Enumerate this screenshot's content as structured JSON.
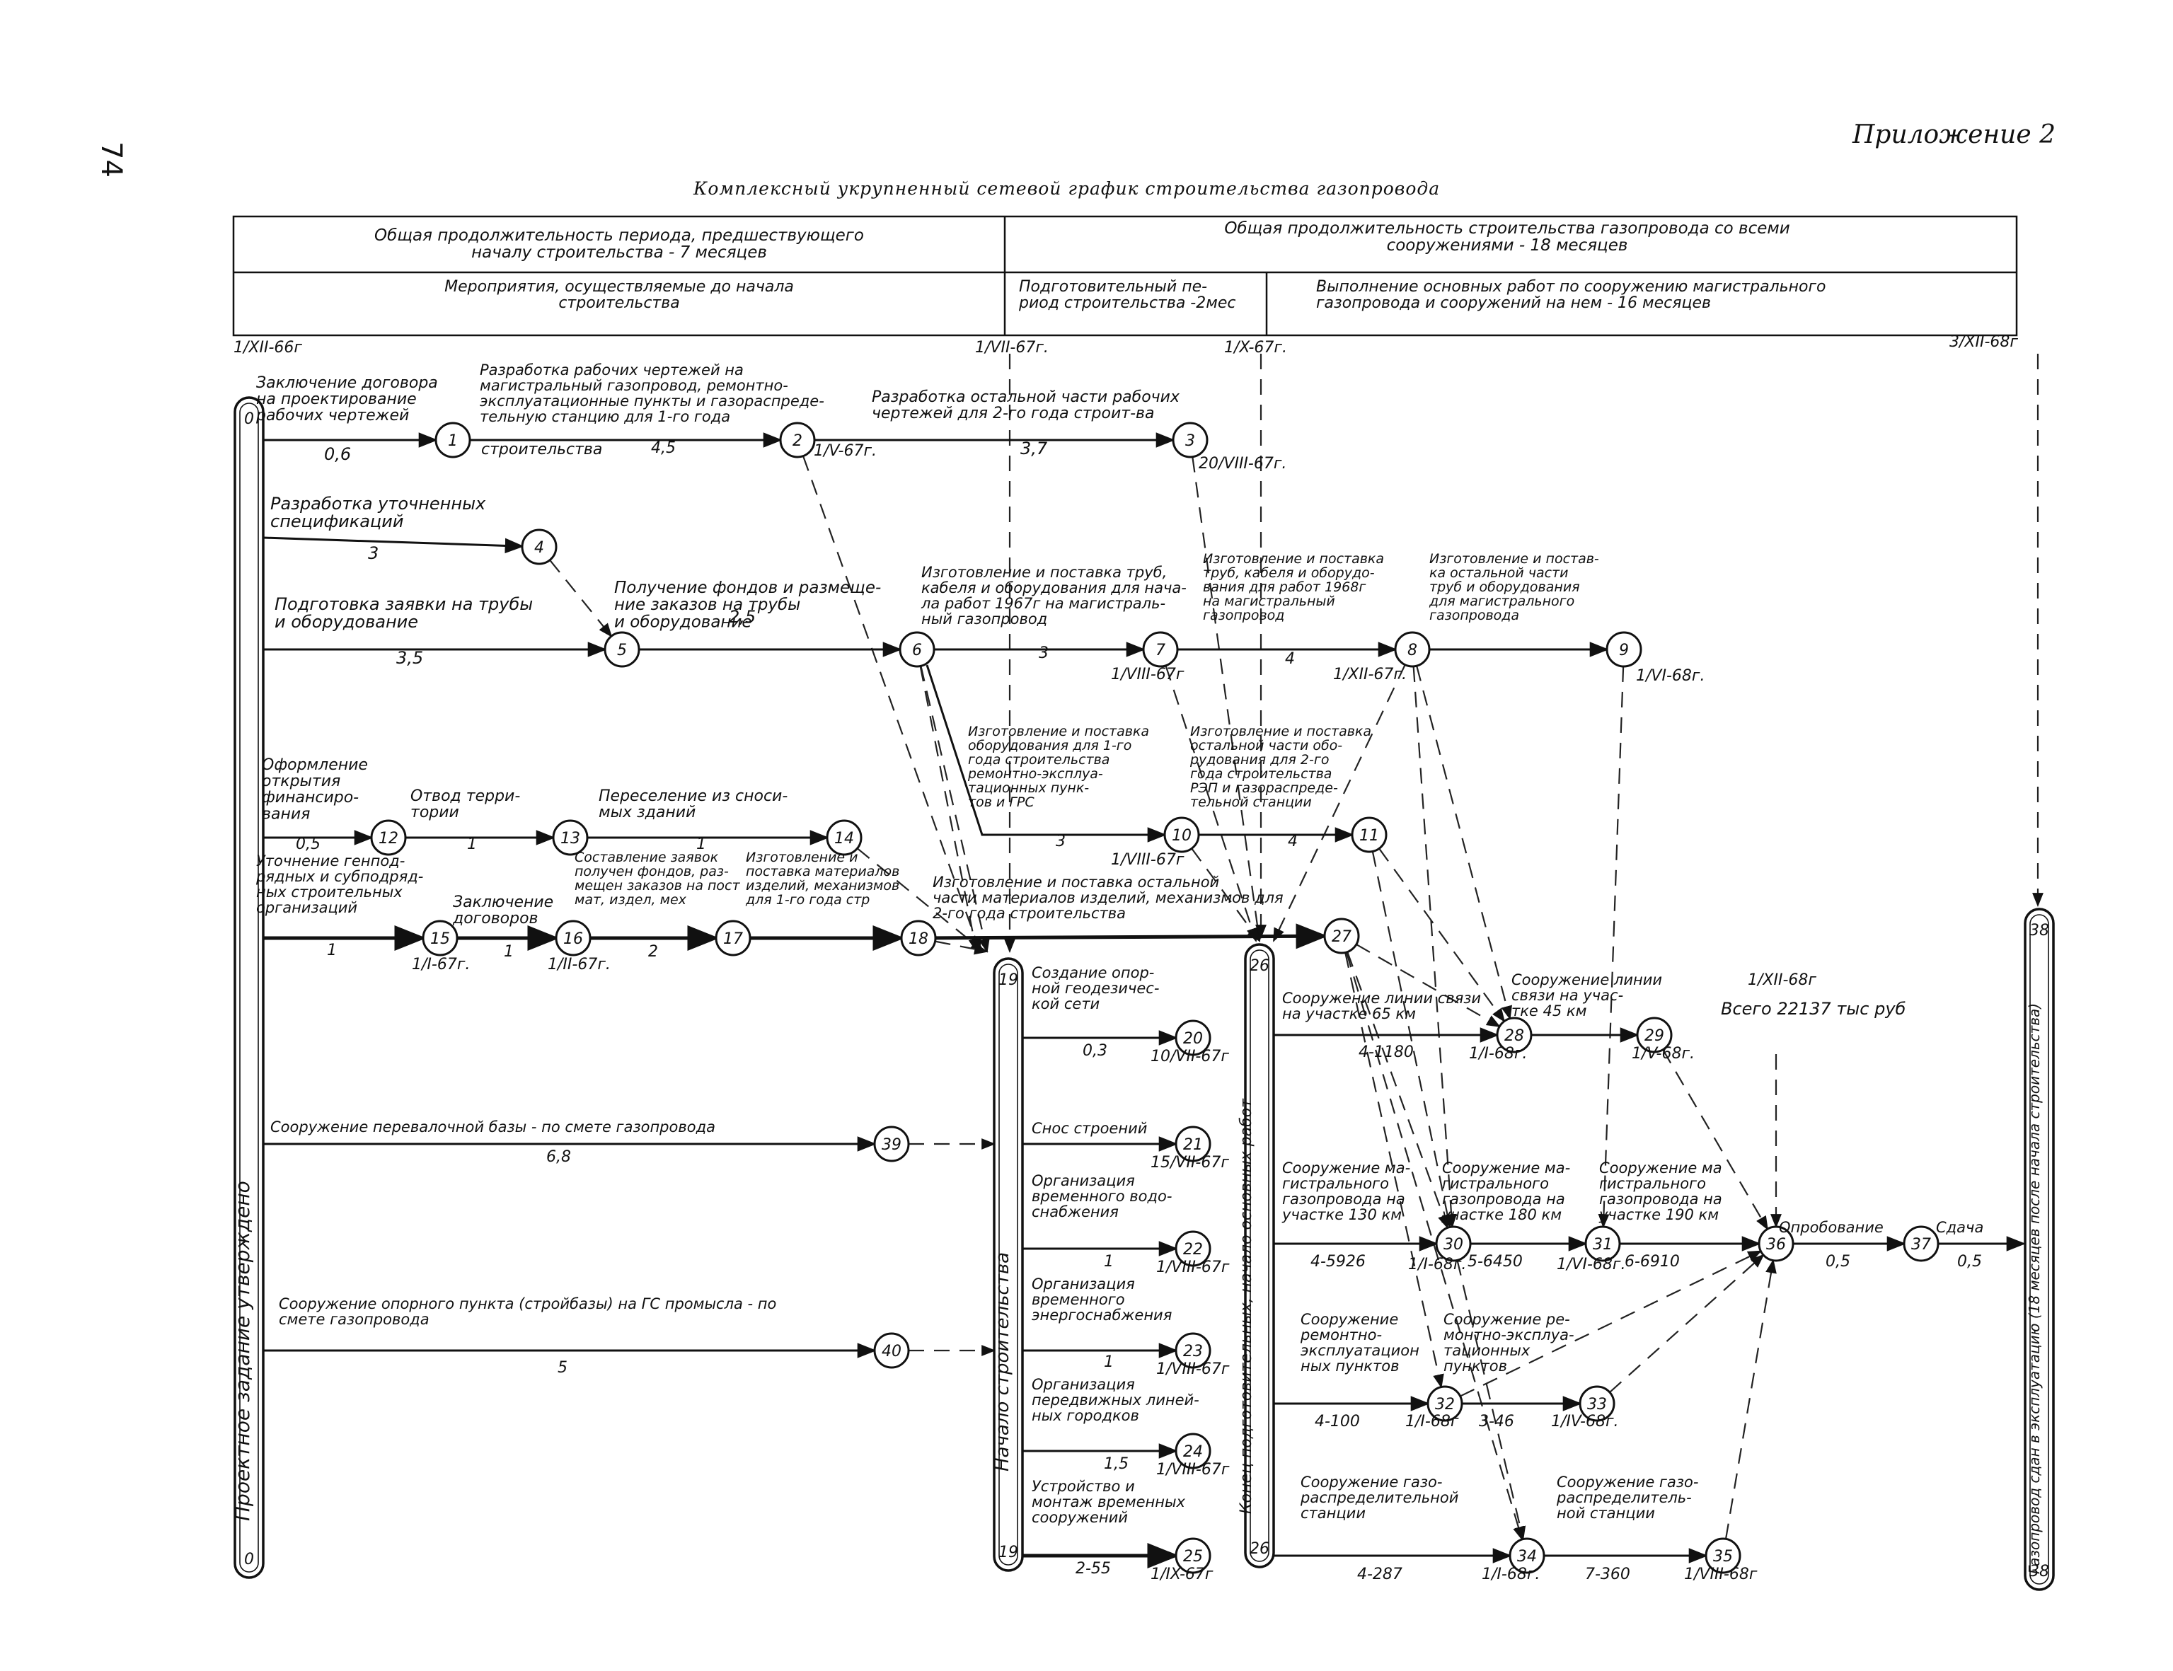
{
  "page": {
    "number": "74",
    "appendix": "Приложение 2"
  },
  "title": "Комплексный укрупненный сетевой график строительства газопровода",
  "header": {
    "pre_total": [
      "Общая продолжительность периода, предшествующего",
      "началу строительства - 7 месяцев"
    ],
    "pre_sub": [
      "Мероприятия, осуществляемые до начала",
      "строительства"
    ],
    "build_total": [
      "Общая продолжительность строительства газопровода со всеми",
      "сооружениями - 18 месяцев"
    ],
    "build_prep": [
      "Подготовительный пе-",
      "риод строительства -2мес"
    ],
    "build_main": [
      "Выполнение основных работ по сооружению магистрального",
      "газопровода и сооружений на нем - 16 месяцев"
    ]
  },
  "dates": {
    "d0": "1/XII-66г",
    "d1": "1/VII-67г.",
    "d2": "1/X-67г.",
    "d3": "3/XII-68г"
  },
  "verticals": {
    "v0": "Проектное задание утверждено",
    "v19": "Начало строительства",
    "v26": "Конец подготовительных, начало основных работ",
    "v38": "Газопровод сдан в эксплуатацию (18 месяцев после начала строительства)"
  },
  "nodes": [
    "0",
    "1",
    "2",
    "3",
    "4",
    "5",
    "6",
    "7",
    "8",
    "9",
    "10",
    "11",
    "12",
    "13",
    "14",
    "15",
    "16",
    "17",
    "18",
    "19",
    "20",
    "21",
    "22",
    "23",
    "24",
    "25",
    "26",
    "27",
    "28",
    "29",
    "30",
    "31",
    "32",
    "33",
    "34",
    "35",
    "36",
    "37",
    "38",
    "39",
    "40"
  ],
  "activities": {
    "a01": [
      "Заключение договора",
      "на проектирование",
      "рабочих чертежей"
    ],
    "a01d": "0,6",
    "a12": [
      "Разработка рабочих чертежей на",
      "магистральный газопровод, ремонтно-",
      "эксплуатационные пункты и газораспреде-",
      "тельную станцию для 1-го года"
    ],
    "a12b": "строительства",
    "a12d": "4,5",
    "a23": [
      "Разработка остальной части рабочих",
      "чертежей для 2-го года строит-ва"
    ],
    "a23d": "3,7",
    "a04": [
      "Разработка уточненных",
      "спецификаций"
    ],
    "a04d": "3",
    "a05": [
      "Подготовка заявки на трубы",
      "и оборудование"
    ],
    "a05d": "3,5",
    "a56": [
      "Получение фондов и размеще-",
      "ние заказов на трубы",
      "и оборудование"
    ],
    "a56d": "2,5",
    "a67": [
      "Изготовление и поставка труб,",
      "кабеля и оборудования для нача-",
      "ла работ 1967г на магистраль-",
      "ный газопровод"
    ],
    "a67d": "3",
    "a78": [
      "Изготовление и поставка",
      "труб, кабеля и оборудо-",
      "вания для работ 1968г",
      "на магистральный",
      "газопровод"
    ],
    "a78d": "4",
    "a89": [
      "Изготовление и постав-",
      "ка остальной части",
      "труб и оборудования",
      "для магистрального",
      "газопровода"
    ],
    "a610": [
      "Изготовление и поставка",
      "оборудования для 1-го",
      "года строительства",
      "ремонтно-эксплуа-",
      "тационных пунк-",
      "тов и ГРС"
    ],
    "a610d": "3",
    "a1011": [
      "Изготовление и поставка",
      "остальной части обо-",
      "рудования для 2-го",
      "года строительства",
      "РЭП и газораспреде-",
      "тельной станции"
    ],
    "a1011d": "4",
    "a012": [
      "Оформление",
      "открытия",
      "финансиро-",
      "вания"
    ],
    "a012d": "0,5",
    "a1213": [
      "Отвод терри-",
      "тории"
    ],
    "a1213d": "1",
    "a1314": [
      "Переселение из сноси-",
      "мых зданий"
    ],
    "a1314d": "1",
    "a015": [
      "Уточнение генпод-",
      "рядных и субподряд-",
      "ных строительных",
      "организаций"
    ],
    "a015d": "1",
    "a1516": [
      "Заключение",
      "договоров"
    ],
    "a1516d": "1",
    "a1617": [
      "Составление заявок",
      "получен фондов, раз-",
      "мещен заказов на пост",
      "мат, издел, мех"
    ],
    "a1617d": "2",
    "a1718": [
      "Изготовление и",
      "поставка материалов",
      "изделий, механизмов",
      "для 1-го года стр"
    ],
    "a1827": [
      "Изготовление и поставка остальной",
      "части материалов изделий, механизмов для",
      "2-го года строительства"
    ],
    "a1920": [
      "Создание опор-",
      "ной геодезичес-",
      "кой сети"
    ],
    "a1920d": "0,3",
    "a1921": [
      "Снос строений"
    ],
    "a1922": [
      "Организация",
      "временного водо-",
      "снабжения"
    ],
    "a1922d": "1",
    "a1923": [
      "Организация",
      "временного",
      "энергоснабжения"
    ],
    "a1923d": "1",
    "a1924": [
      "Организация",
      "передвижных линей-",
      "ных городков"
    ],
    "a1924d": "1,5",
    "a1925": [
      "Устройство и",
      "монтаж временных",
      "сооружений"
    ],
    "a1925d": "2-55",
    "a2628": [
      "Сооружение линии связи",
      "на участке 65 км"
    ],
    "a2628d": "4-1180",
    "a2829": [
      "Сооружение линии",
      "связи на учас-",
      "тке 45 км"
    ],
    "a2630": [
      "Сооружение ма-",
      "гистрального",
      "газопровода на",
      "участке 130 км"
    ],
    "a2630d": "4-5926",
    "a3031": [
      "Сооружение ма-",
      "гистрального",
      "газопровода на",
      "участке 180 км"
    ],
    "a3031d": "5-6450",
    "a3136": [
      "Сооружение ма",
      "гистрального",
      "газопровода на",
      "участке 190 км"
    ],
    "a3136d": "6-6910",
    "a3637": [
      "Опробование"
    ],
    "a3637d": "0,5",
    "a3738": [
      "Сдача"
    ],
    "a3738d": "0,5",
    "a2632": [
      "Сооружение",
      "ремонтно-",
      "эксплуатацион",
      "ных пунктов"
    ],
    "a2632d": "4-100",
    "a3233": [
      "Сооружение ре-",
      "монтно-эксплуа-",
      "тационных",
      "пунктов"
    ],
    "a3233d": "3-46",
    "a2634": [
      "Сооружение газо-",
      "распределительной",
      "станции"
    ],
    "a2634d": "4-287",
    "a3435": [
      "Сооружение газо-",
      "распределитель-",
      "ной станции"
    ],
    "a3435d": "7-360",
    "a039": [
      "Сооружение перевалочной базы - по смете газопровода"
    ],
    "a039d": "6,8",
    "a040": [
      "Сооружение опорного пункта (стройбазы) на ГС промысла - по",
      "смете газопровода"
    ],
    "a040d": "5"
  },
  "event_dates": {
    "n2": "1/V-67г.",
    "n3": "20/VIII-67г.",
    "n7": "1/VIII-67г",
    "n8": "1/XII-67г.",
    "n9": "1/VI-68г.",
    "n10": "1/VIII-67г",
    "n15": "1/I-67г.",
    "n16": "1/II-67г.",
    "n20": "10/VII-67г",
    "n21": "15/VII-67г",
    "n22": "1/VIII-67г",
    "n23": "1/VIII-67г",
    "n24": "1/VIII-67г",
    "n25": "1/IX-67г",
    "n28": "1/I-68г.",
    "n29": "1/V-68г.",
    "n30": "1/I-68г.",
    "n31": "1/VI-68г.",
    "n32": "1/I-68г",
    "n33": "1/IV-68г.",
    "n34": "1/I-68г.",
    "n35": "1/VIII-68г",
    "n36": "1/XII-68г"
  },
  "total_cost": "Всего 22137 тыс руб"
}
